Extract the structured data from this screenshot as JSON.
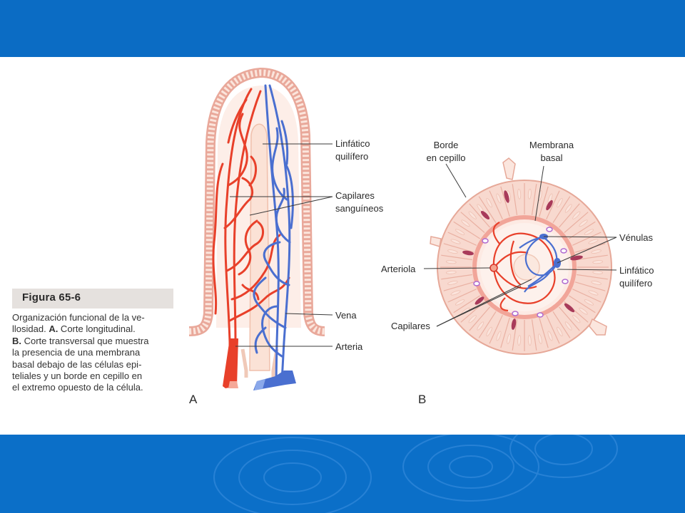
{
  "figure": {
    "title": "Figura 65-6",
    "caption": {
      "line1": "Organización funcional de la ve-",
      "line2": "llosidad. ",
      "a_marker": "A.",
      "line2_rest": " Corte longitudinal.",
      "b_marker": "B.",
      "line3_rest": " Corte transversal que muestra",
      "line4": "la presencia de una membrana",
      "line5": "basal debajo de las células epi-",
      "line6": "teliales y un borde en cepillo en",
      "line7": "el extremo opuesto de la célula."
    }
  },
  "panel_a": {
    "letter": "A",
    "labels": {
      "linfatico_1": "Linfático",
      "linfatico_2": "quilífero",
      "capilares_1": "Capilares",
      "capilares_2": "sanguíneos",
      "vena": "Vena",
      "arteria": "Arteria"
    }
  },
  "panel_b": {
    "letter": "B",
    "labels": {
      "borde_1": "Borde",
      "borde_2": "en cepillo",
      "membrana_1": "Membrana",
      "membrana_2": "basal",
      "venulas": "Vénulas",
      "arteriola": "Arteriola",
      "linfatico_1": "Linfático",
      "linfatico_2": "quilífero",
      "capilares": "Capilares"
    }
  },
  "colors": {
    "band_blue": "#0b6cc4",
    "artery_red": "#e8402a",
    "vein_blue": "#4a6fd0",
    "tissue_pink": "#f6cdbf"
  }
}
